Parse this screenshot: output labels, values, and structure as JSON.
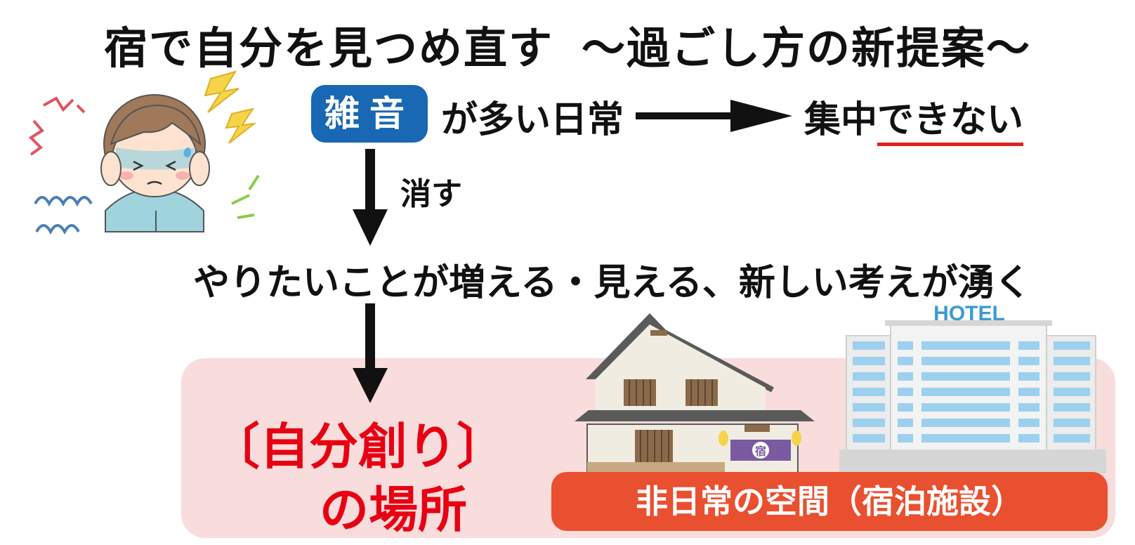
{
  "title": {
    "main": "宿で自分を見つめ直す",
    "sub": "～過ごし方の新提案～"
  },
  "flow": {
    "noise_badge": "雑音",
    "noise_suffix": "が多い日常",
    "result_prefix": "集中",
    "result_underlined": "できない",
    "erase_label": "消す",
    "middle_statement": "やりたいことが増える・見える、新しい考えが湧く",
    "place_line1": "〔自分創り〕",
    "place_line2": "の場所",
    "facility_label": "非日常の空間（宿泊施設）"
  },
  "illustration": {
    "hotel_sign": "HOTEL",
    "ryokan_noren_mark": "宿"
  },
  "colors": {
    "badge_blue": "#1968b4",
    "accent_red": "#e60012",
    "underline_red": "#e02020",
    "facility_bar": "#e9502f",
    "box_pink": "#f9dcdc",
    "hotel_sign_blue": "#3c9ad6"
  }
}
